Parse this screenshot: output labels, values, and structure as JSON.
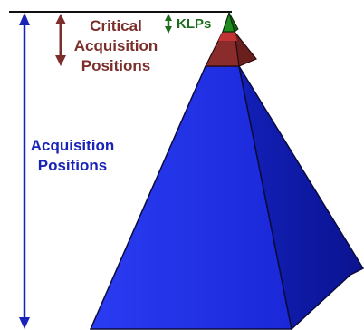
{
  "labels": {
    "critical_line1": "Critical",
    "critical_line2": "Acquisition",
    "critical_line3": "Positions",
    "acquisition_line1": "Acquisition",
    "acquisition_line2": "Positions",
    "klps": "KLPs"
  },
  "colors": {
    "acquisition": "#1a23b8",
    "critical": "#7b2e2a",
    "klps": "#1e6b1e",
    "pyramid_front": "#1a2fe8",
    "pyramid_side": "#0f17a8",
    "critical_front": "#8a2c2c",
    "critical_side": "#6a1f1f",
    "klps_front": "#1d8c1d",
    "klps_side": "#146314",
    "outline": "#0b0b2a"
  }
}
